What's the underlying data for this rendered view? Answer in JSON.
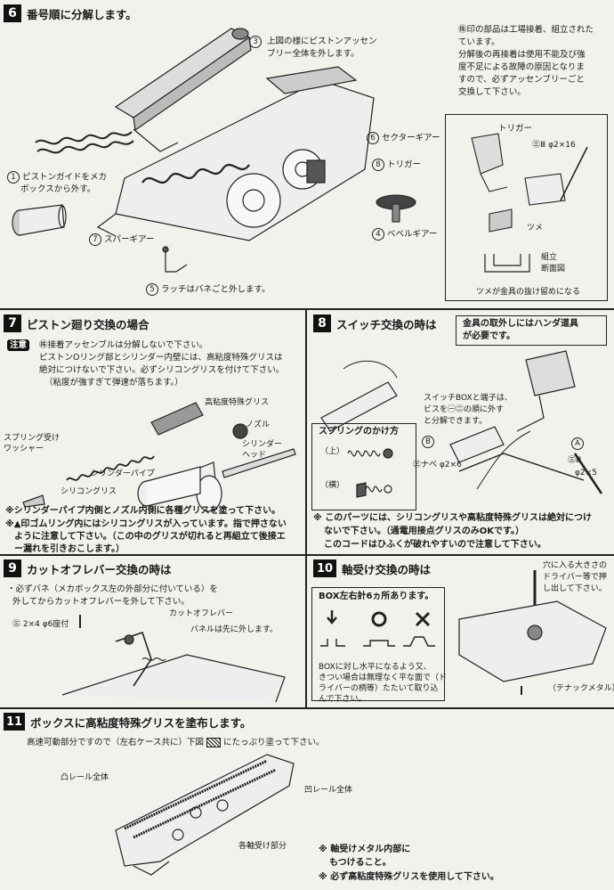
{
  "sec6": {
    "num": "6",
    "title": "番号順に分解します。",
    "step3_l1": "上図の様にピストンアッセン",
    "step3_l2": "ブリー全体を外します。",
    "note_l1": "㊑印の部品は工場接着、組立された",
    "note_l2": "ています。",
    "note_l3": "分解後の再接着は使用不能及び強",
    "note_l4": "度不足による故障の原因となりま",
    "note_l5": "すので、必ずアッセンブリーごと",
    "note_l6": "交換して下さい。",
    "step6": "セクターギアー",
    "step8": "トリガー",
    "trigger": "トリガー",
    "screw": "㊂Ⅲ φ2×16",
    "step1_l1": "ピストンガイドをメカ",
    "step1_l2": "ボックスから外す。",
    "step4": "ベベルギアー",
    "step7": "スパーギアー",
    "tsume": "ツメ",
    "kumi_l1": "組立",
    "kumi_l2": "断面図",
    "step5": "ラッチはバネごと外します。",
    "tsume_note": "ツメが金具の抜け留めになる"
  },
  "sec7": {
    "num": "7",
    "title": "ピストン廻り交換の場合",
    "chuui": "注意",
    "l1": "㊑接着アッセンブルは分解しないで下さい。",
    "l2": "ピストンOリング部とシリンダー内壁には、高粘度特殊グリスは",
    "l3": "絶対につけないで下さい。必ずシリコングリスを付けて下さい。",
    "l4": "（粘度が強すぎて弾速が落ちます。）",
    "koneni": "高粘度特殊グリス",
    "nozzle": "ノズル",
    "spring_l1": "スプリング受け",
    "spring_l2": "ワッシャー",
    "cyl_head_l1": "シリンダー",
    "cyl_head_l2": "ヘッド",
    "cyl_pipe": "シリンダーパイプ",
    "silicon": "シリコングリス",
    "b1": "※シリンダーパイプ内側とノズル内側に各種グリスを塗って下さい。",
    "b2": "※▲印ゴムリング内にはシリコングリスが入っています。指で押さない",
    "b3": "ように注意して下さい。（この中のグリスが切れると再組立て後接エ",
    "b4": "ー漏れを引きおこします。）"
  },
  "sec8": {
    "num": "8",
    "title": "スイッチ交換の時は",
    "solder_l1": "金具の取外しにはハンダ道具",
    "solder_l2": "が必要です。",
    "switch_l1": "スイッチBOXと端子は、",
    "switch_l2": "ビスを㊀㊁の順に外す",
    "switch_l3": "と分解できます。",
    "spring_title": "スプリングのかけ方",
    "ue": "（上）",
    "yoko": "（横）",
    "a_label": "A",
    "b_label": "B",
    "screw_b": "㊂ナベ φ2×6",
    "screw_a1": "㊂Ⅲ",
    "screw_a2": "φ2×5",
    "w1": "※ このパーツには、シリコングリスや高粘度特殊グリスは絶対につけ",
    "w2": "ないで下さい。（通電用接点グリスのみOKです。）",
    "w3": "このコードはひふくが破れやすいので注意して下さい。"
  },
  "sec9": {
    "num": "9",
    "title": "カットオフレバー交換の時は",
    "l1": "・必ずバネ（メカボックス左の外部分に付いている）を",
    "l2": "外してからカットオフレバーを外して下さい。",
    "screw": "㊂ 2×4 φ6座付",
    "lever": "カットオフレバー",
    "spring": "バネルは先に外します。"
  },
  "sec10": {
    "num": "10",
    "title": "軸受け交換の時は",
    "box_title": "BOX左右計6ヵ所あります。",
    "c1": "BOXに対し水平になるよう又、",
    "c2": "きつい場合は無理なく平な面で（ド",
    "c3": "ライバーの柄等）たたいて取り込",
    "c4": "んで下さい。",
    "driver_l1": "穴に入る大きさの",
    "driver_l2": "ドライバー等で押",
    "driver_l3": "し出して下さい。",
    "metal": "（テナックメタル）"
  },
  "sec11": {
    "num": "11",
    "title": "ボックスに高粘度特殊グリスを塗布します。",
    "sub": "高速可動部分ですので（左右ケース共に）下図",
    "sub2": "にたっぷり塗って下さい。",
    "rail_l": "凸レール全体",
    "rail_r": "凹レール全体",
    "axle": "各軸受け部分",
    "n1": "※ 軸受けメタル内部に",
    "n2": "もつけること。",
    "n3": "※ 必ず高粘度特殊グリスを使用して下さい。"
  }
}
